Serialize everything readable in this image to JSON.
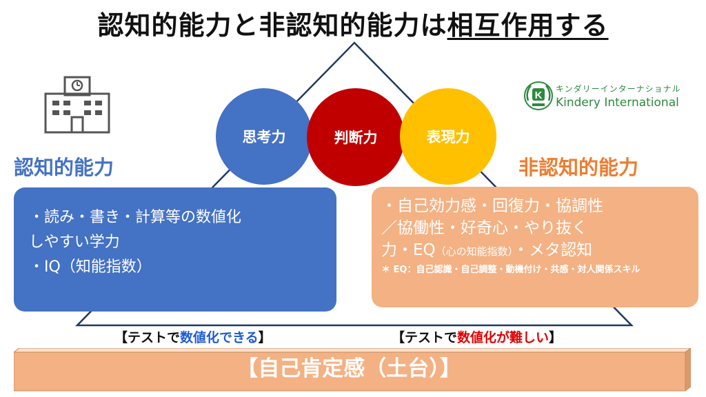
{
  "title": {
    "main": "認知的能力と非認知的能力は",
    "underlined": "相互作用する"
  },
  "circles": [
    {
      "label": "思考力",
      "color": "#4472c4"
    },
    {
      "label": "判断力",
      "color": "#c00000"
    },
    {
      "label": "表現力",
      "color": "#ffc000"
    }
  ],
  "cognitive": {
    "heading": "認知的能力",
    "lines": [
      "・読み・書き・計算等の数値化",
      "しやすい学力",
      "・IQ（知能指数）"
    ]
  },
  "noncognitive": {
    "heading": "非認知的能力",
    "line1": "・自己効力感・回復力・協調性",
    "line2": "／協働性・好奇心・やり抜く",
    "line3_a": "力・EQ",
    "line3_small": "（心の知能指数）",
    "line3_b": "・メタ認知",
    "note": "＊ EQ：自己認識・自己調整・動機付け・共感・対人関係スキル"
  },
  "tags": {
    "left_open": "【テストで",
    "left_emph": "数値化できる",
    "left_close": "】",
    "right_open": "【テストで",
    "right_emph": "数値化が難しい",
    "right_close": "】"
  },
  "base": "【自己肯定感（土台）】",
  "logo": {
    "kana": "キンダリーインターナショナル",
    "en": "Kindery International",
    "emblem": "K"
  },
  "icons": {
    "building": "school-building-icon"
  },
  "colors": {
    "blue": "#4472c4",
    "red": "#c00000",
    "yellow": "#ffc000",
    "orange": "#ed7d31",
    "peach": "#f4b183",
    "base": "#f4b183",
    "logo_green": "#2d8a3e"
  }
}
